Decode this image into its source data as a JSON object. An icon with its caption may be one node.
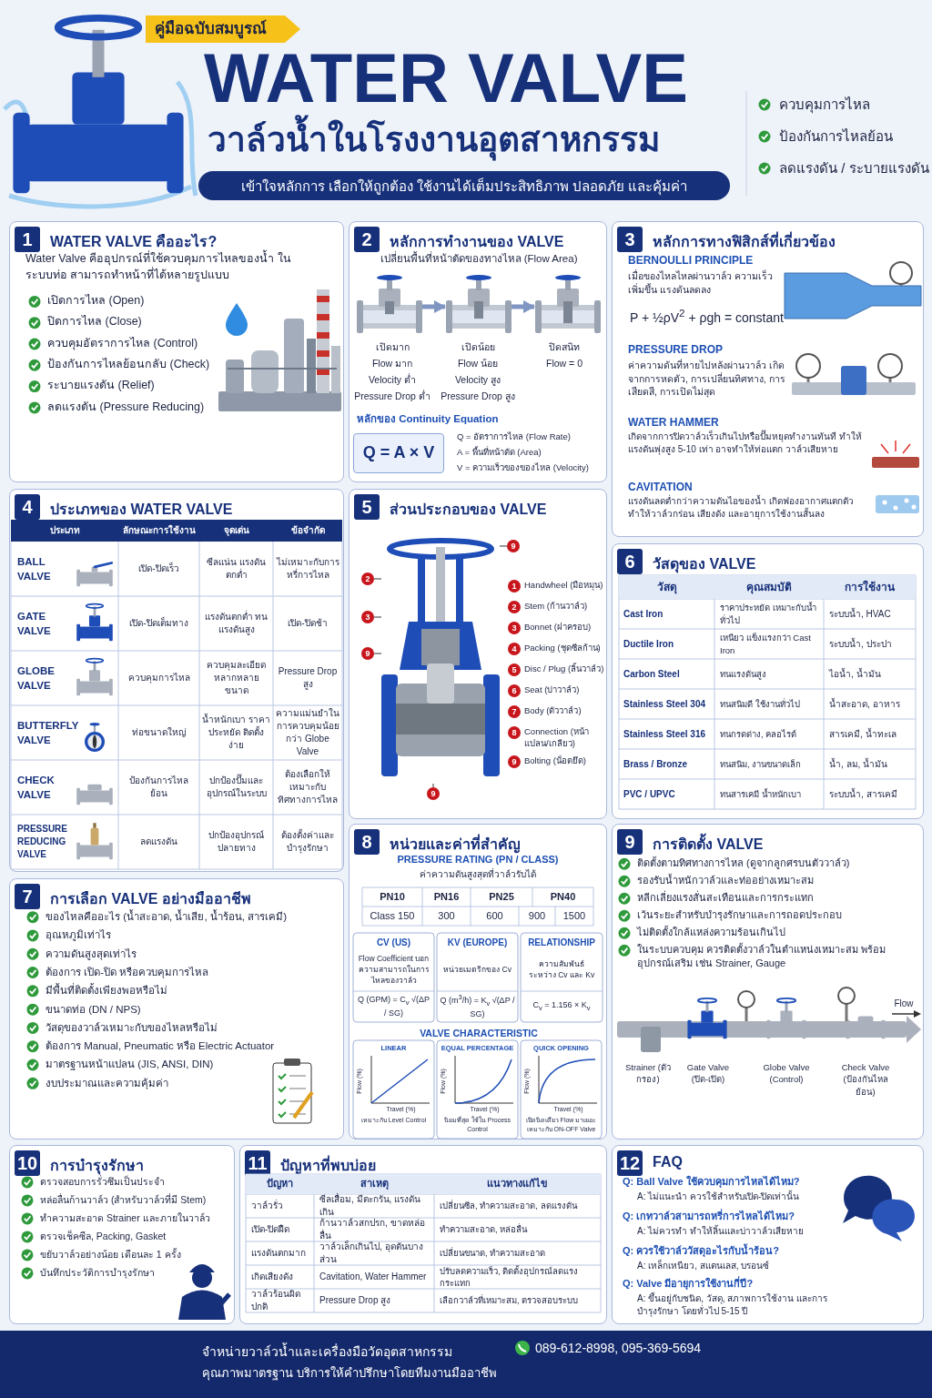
{
  "diagram": {
    "title": "WATER VALVE",
    "nodes": [
      {
        "text": [
          "1",
          "WATER VALVE คืออะไร?"
        ]
      },
      {
        "text": [
          "2",
          "หลักการทำงานของ VALVE"
        ]
      },
      {
        "text": [],
        "shape": "picture",
        "in": 1
      },
      {
        "text": [],
        "shape": "picture",
        "in": 1
      },
      {
        "text": [],
        "shape": "picture",
        "in": 1
      },
      {
        "text": [
          "3",
          "หลักการทางฟิสิกส์ที่เกี่ยวข้อง"
        ]
      },
      {
        "text": [
          "4",
          "ประเภทของ WATER VALVE"
        ]
      },
      {
        "text": [
          "5",
          "ส่วนประกอบของ VALVE"
        ]
      },
      {
        "text": [],
        "shape": "picture",
        "in": 7
      },
      {
        "text": [
          "9"
        ],
        "in": 7
      },
      {
        "text": [
          "2"
        ],
        "in": 7
      },
      {
        "text": [
          "3"
        ],
        "in": 7
      },
      {
        "text": [
          "9"
        ],
        "in": 7
      },
      {
        "text": [
          "9"
        ],
        "in": 7
      },
      {
        "text": [
          "6",
          "วัสดุของ VALVE"
        ]
      },
      {
        "text": [
          "7",
          "การเลือก VALVE อย่างมืออาชีพ"
        ]
      },
      {
        "text": [
          "8",
          "หน่วยและค่าที่สำคัญ"
        ]
      },
      {
        "text": [
          "9",
          "การติดตั้ง VALVE"
        ]
      },
      {
        "text": [
          "10",
          "การบำรุงรักษา"
        ]
      },
      {
        "text": [
          "11",
          "ปัญหาที่พบบ่อย"
        ]
      },
      {
        "text": [
          "12",
          "FAQ"
        ]
      }
    ],
    "edges": [
      {
        "from": 2,
        "to": 3,
        "arrow": "to",
        "style": "thick",
        "color": "#7f95c2"
      },
      {
        "from": 3,
        "to": 4,
        "arrow": "to",
        "style": "thick",
        "color": "#7f95c2"
      },
      {
        "from": 9,
        "to": 8,
        "arrow": "none"
      },
      {
        "from": 10,
        "to": 8,
        "arrow": "none"
      },
      {
        "from": 11,
        "to": 8,
        "arrow": "none"
      },
      {
        "from": 12,
        "to": 8,
        "arrow": "none"
      },
      {
        "from": 13,
        "to": 8,
        "arrow": "none"
      }
    ],
    "labels": [
      "คู่มือฉบับสมบูรณ์",
      "วาล์วน้ำในโรงงานอุตสาหกรรม",
      "เข้าใจหลักการ เลือกให้ถูกต้อง ใช้งานได้เต็มประสิทธิภาพ ปลอดภัย และคุ้มค่า",
      "ควบคุมการไหล",
      "ป้องกันการไหลย้อน",
      "ลดแรงดัน / ระบายแรงดัน",
      "Water Valve คืออุปกรณ์ที่ใช้ควบคุมการไหลของน้ำ ในระบบท่อ สามารถทำหน้าที่ได้หลายรูปแบบ",
      "เปิดการไหล (Open)",
      "ปิดการไหล (Close)",
      "ควบคุมอัตราการไหล (Control)",
      "ป้องกันการไหลย้อนกลับ (Check)",
      "ระบายแรงดัน (Relief)",
      "ลดแรงดัน (Pressure Reducing)",
      "เปลี่ยนพื้นที่หน้าตัดของทางไหล (Flow Area)",
      "เปิดมาก",
      "Flow มาก",
      "Velocity ต่ำ",
      "Pressure Drop ต่ำ",
      "เปิดน้อย",
      "Flow น้อย",
      "Velocity สูง",
      "Pressure Drop สูง",
      "ปิดสนิท",
      "Flow = 0",
      "หลักของ Continuity Equation",
      "Q = A × V",
      "Q = อัตราการไหล (Flow Rate)",
      "A = พื้นที่หน้าตัด (Area)",
      "V = ความเร็วของของไหล (Velocity)",
      "BERNOULLI PRINCIPLE",
      "เมื่อของไหลไหลผ่านวาล์ว ความเร็วเพิ่มขึ้น แรงดันลดลง",
      "P + ½ρV$^{2}$ + ρgh = constant",
      "PRESSURE DROP",
      "ค่าความดันที่หายไปหลังผ่านวาล์ว เกิดจากการหดตัว, การเปลี่ยนทิศทาง, การเสียดสี, การเปิดไม่สุด",
      "WATER HAMMER",
      "เกิดจากการปิดวาล์วเร็วเกินไปหรือปั๊มหยุดทำงานทันที ทำให้แรงดันพุ่งสูง 5-10 เท่า อาจทำให้ท่อแตก วาล์วเสียหาย",
      "CAVITATION",
      "แรงดันลดต่ำกว่าความดันไอของน้ำ เกิดฟองอากาศแตกตัว ทำให้วาล์วกร่อน เสียงดัง และอายุการใช้งานสั้นลง",
      "ประเภท",
      "ลักษณะการใช้งาน",
      "จุดเด่น",
      "ข้อจำกัด",
      "BALL VALVE",
      "เปิด-ปิดเร็ว",
      "ซีลแน่น แรงดันตกต่ำ",
      "ไม่เหมาะกับการหรี่การไหล",
      "GATE VALVE",
      "เปิด-ปิดเต็มทาง",
      "แรงดันตกต่ำ ทนแรงดันสูง",
      "เปิด-ปิดช้า",
      "GLOBE VALVE",
      "ควบคุมการไหล",
      "ควบคุมละเอียด หลากหลายขนาด",
      "Pressure Drop สูง",
      "BUTTERFLY VALVE",
      "ท่อขนาดใหญ่",
      "น้ำหนักเบา ราคาประหยัด ติดตั้งง่าย",
      "ความแม่นยำในการควบคุมน้อยกว่า Globe Valve",
      "CHECK VALVE",
      "ป้องกันการไหลย้อน",
      "ปกป้องปั๊มและอุปกรณ์ในระบบ",
      "ต้องเลือกให้เหมาะกับทิศทางการไหล",
      "PRESSURE REDUCING VALVE",
      "ลดแรงดัน",
      "ปกป้องอุปกรณ์ปลายทาง",
      "ต้องตั้งค่าและบำรุงรักษา",
      "1",
      "Handwheel (มือหมุน)",
      "2",
      "Stem (ก้านวาล์ว)",
      "3",
      "Bonnet (ฝาครอบ)",
      "4",
      "Packing (ชุดซีลก้าน)",
      "5",
      "Disc / Plug (ลิ้นวาล์ว)",
      "6",
      "Seat (บ่าวาล์ว)",
      "7",
      "Body (ตัววาล์ว)",
      "8",
      "Connection (หน้าแปลน/เกลียว)",
      "9",
      "Bolting (น็อตยึด)",
      "วัสดุ",
      "คุณสมบัติ",
      "การใช้งาน",
      "Cast Iron",
      "ราคาประหยัด เหมาะกับน้ำทั่วไป",
      "ระบบน้ำ, HVAC",
      "Ductile Iron",
      "เหนียว แข็งแรงกว่า Cast Iron",
      "ระบบน้ำ, ประปา",
      "Carbon Steel",
      "ทนแรงดันสูง",
      "ไอน้ำ, น้ำมัน",
      "Stainless Steel 304",
      "ทนสนิมดี ใช้งานทั่วไป",
      "น้ำสะอาด, อาหาร",
      "Stainless Steel 316",
      "ทนกรดด่าง, คลอไรด์",
      "สารเคมี, น้ำทะเล",
      "Brass / Bronze",
      "ทนสนิม, งานขนาดเล็ก",
      "น้ำ, ลม, น้ำมัน",
      "PVC / UPVC",
      "ทนสารเคมี น้ำหนักเบา",
      "ระบบน้ำ, สารเคมี",
      "ของไหลคืออะไร (น้ำสะอาด, น้ำเสีย, น้ำร้อน, สารเคมี)",
      "อุณหภูมิเท่าไร",
      "ความดันสูงสุดเท่าไร",
      "ต้องการ เปิด-ปิด หรือควบคุมการไหล",
      "มีพื้นที่ติดตั้งเพียงพอหรือไม่",
      "ขนาดท่อ (DN / NPS)",
      "วัสดุของวาล์วเหมาะกับของไหลหรือไม่",
      "ต้องการ Manual, Pneumatic หรือ Electric Actuator",
      "มาตรฐานหน้าแปลน (JIS, ANSI, DIN)",
      "งบประมาณและความคุ้มค่า",
      "PRESSURE RATING (PN / CLASS)",
      "ค่าความดันสูงสุดที่วาล์วรับได้",
      "PN10",
      "PN16",
      "PN25",
      "PN40",
      "Class 150",
      "300",
      "600",
      "900",
      "1500",
      "CV (US)",
      "Flow Coefficient บอกความสามารถในการไหลของวาล์ว",
      "Q (GPM) = C$_{v}$ √(ΔP / SG)",
      "KV (EUROPE)",
      "หน่วยเมตริกของ Cv",
      "Q (m$^{3}$/h) = K$_{v}$ √(ΔP / SG)",
      "RELATIONSHIP",
      "ความสัมพันธ์ ระหว่าง Cv และ Kv",
      "C$_{v}$ = 1.156 × K$_{v}$",
      "VALVE CHARACTERISTIC",
      "LINEAR",
      "Flow (%)",
      "Travel (%)",
      "เหมาะกับ Level Control",
      "EQUAL PERCENTAGE",
      "Flow (%)",
      "Travel (%)",
      "นิยมที่สุด ใช้ใน Process Control",
      "QUICK OPENING",
      "Flow (%)",
      "Travel (%)",
      "เปิดนิดเดียว Flow มาเยอะ เหมาะกับ ON-OFF Valve",
      "ติดตั้งตามทิศทางการไหล (ดูจากลูกศรบนตัววาล์ว)",
      "รองรับน้ำหนักวาล์วและท่ออย่างเหมาะสม",
      "หลีกเลี่ยงแรงสั่นสะเทือนและการกระแทก",
      "เว้นระยะสำหรับบำรุงรักษาและการถอดประกอบ",
      "ไม่ติดตั้งใกล้แหล่งความร้อนเกินไป",
      "ในระบบควบคุม ควรติดตั้งวาล์วในตำแหน่งเหมาะสม พร้อมอุปกรณ์เสริม เช่น Strainer, Gauge",
      "Flow",
      "Strainer (ตัวกรอง)",
      "Gate Valve (ปิด-เปิด)",
      "Globe Valve (Control)",
      "Check Valve (ป้องกันไหลย้อน)",
      "ตรวจสอบการรั่วซึมเป็นประจำ",
      "หล่อลื่นก้านวาล์ว (สำหรับวาล์วที่มี Stem)",
      "ทำความสะอาด Strainer และภายในวาล์ว",
      "ตรวจเช็คซีล, Packing, Gasket",
      "ขยับวาล์วอย่างน้อย เดือนละ 1 ครั้ง",
      "บันทึกประวัติการบำรุงรักษา",
      "ปัญหา",
      "สาเหตุ",
      "แนวทางแก้ไข",
      "วาล์วรั่ว",
      "ซีลเสื่อม, มีตะกรัน, แรงดันเกิน",
      "เปลี่ยนซีล, ทำความสะอาด, ลดแรงดัน",
      "เปิด-ปิดฝืด",
      "ก้านวาล์วสกปรก, ขาดหล่อลื่น",
      "ทำความสะอาด, หล่อลื่น",
      "แรงดันตกมาก",
      "วาล์วเล็กเกินไป, อุดตันบางส่วน",
      "เปลี่ยนขนาด, ทำความสะอาด",
      "เกิดเสียงดัง",
      "Cavitation, Water Hammer",
      "ปรับลดความเร็ว, ติดตั้งอุปกรณ์ลดแรงกระแทก",
      "วาล์วร้อนผิดปกติ",
      "Pressure Drop สูง",
      "เลือกวาล์วที่เหมาะสม, ตรวจสอบระบบ",
      "Q: Ball Valve ใช้ควบคุมการไหลได้ไหม?",
      "A: ไม่แนะนำ ควรใช้สำหรับเปิด-ปิดเท่านั้น",
      "Q: เกทวาล์วสามารถหรี่การไหลได้ไหม?",
      "A: ไม่ควรทำ ทำให้ลิ้นและบ่าวาล์วเสียหาย",
      "Q: ควรใช้วาล์ววัสดุอะไรกับน้ำร้อน?",
      "A: เหล็กเหนียว, สแตนเลส, บรอนซ์",
      "Q: Valve มีอายุการใช้งานกี่ปี?",
      "A: ขึ้นอยู่กับชนิด, วัสดุ, สภาพการใช้งาน และการบำรุงรักษา โดยทั่วไป 5-15 ปี",
      "จำหน่ายวาล์วน้ำและเครื่องมือวัดอุตสาหกรรม",
      "คุณภาพมาตรฐาน บริการให้คำปรึกษาโดยทีมงานมืออาชีพ",
      "089-612-8998, 095-369-5694"
    ]
  }
}
